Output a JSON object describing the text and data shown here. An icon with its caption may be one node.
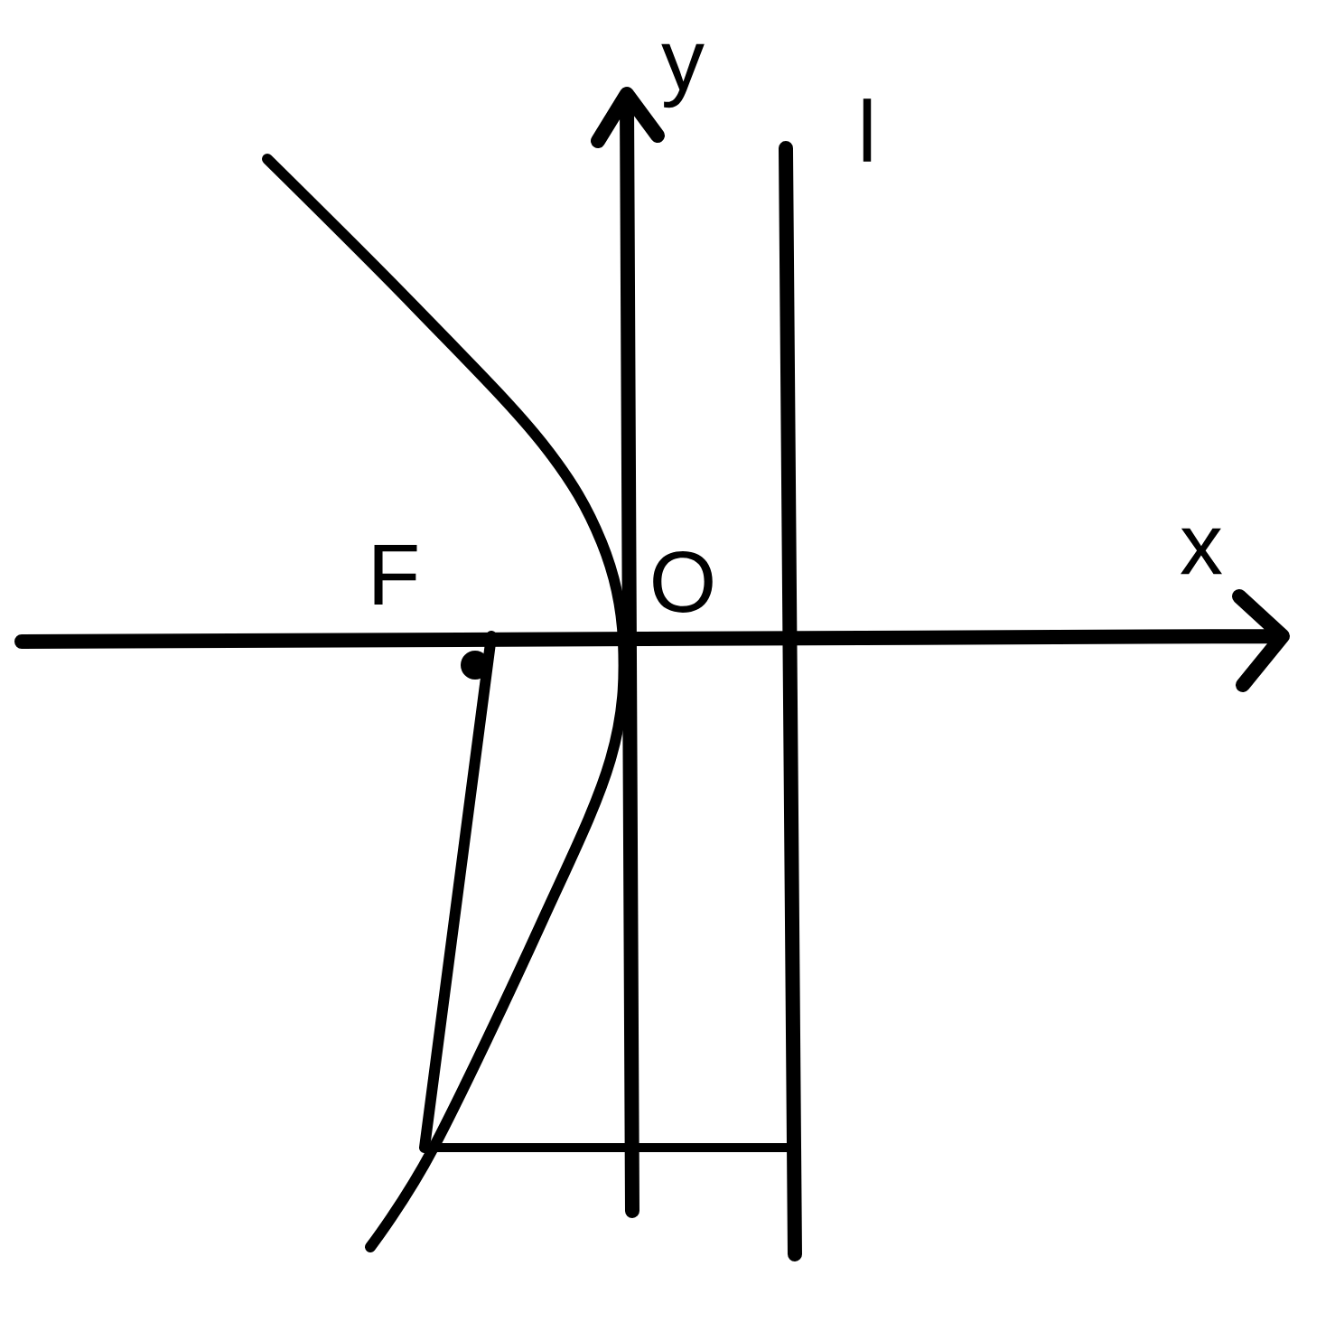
{
  "diagram": {
    "labels": [
      "y",
      "l",
      "F",
      "O",
      "x"
    ]
  }
}
